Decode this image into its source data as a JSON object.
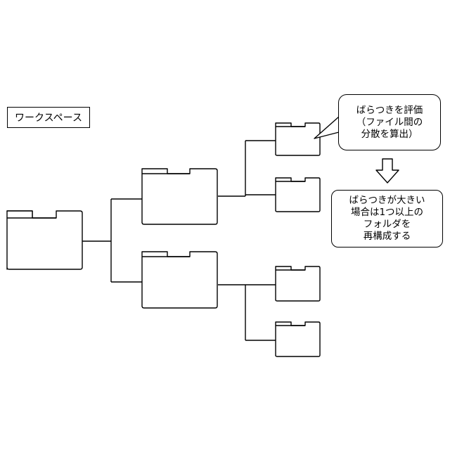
{
  "workspace": {
    "label": "ワークスペース"
  },
  "evaluate_note": {
    "lines": [
      "ばらつきを評価",
      "（ファイル間の",
      "分散を算出）"
    ]
  },
  "action_note": {
    "lines": [
      "ばらつきが大きい",
      "場合は1つ以上の",
      "フォルダを",
      "再構成する"
    ]
  },
  "tree": {
    "root": "root-folder",
    "levels": 3,
    "children_per_folder": 2
  },
  "icons": {
    "folder": "folder-icon",
    "arrow": "down-arrow-icon"
  },
  "colors": {
    "stroke": "#000000",
    "fill": "#ffffff"
  }
}
